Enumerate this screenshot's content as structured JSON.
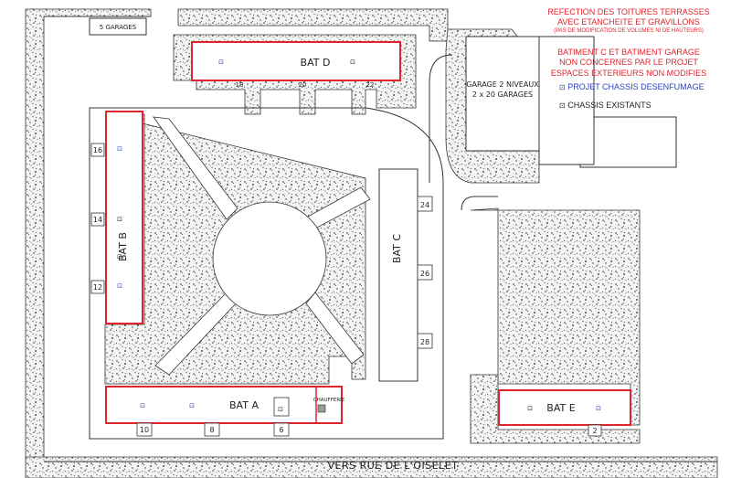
{
  "buildings": {
    "bat_a": "BAT A",
    "bat_b": "BAT B",
    "bat_c": "BAT C",
    "bat_d": "BAT D",
    "bat_e": "BAT E",
    "garage_block": {
      "line1": "GARAGE 2 NIVEAUX",
      "line2": "2 x 20 GARAGES"
    },
    "small_garages": "5 GARAGES",
    "chaufferie": "CHAUFFERIE"
  },
  "entry_numbers": {
    "bat_a": [
      "10",
      "8",
      "6"
    ],
    "bat_b": [
      "16",
      "14",
      "12"
    ],
    "bat_c": [
      "24",
      "26",
      "28"
    ],
    "bat_d": [
      "18",
      "20",
      "22"
    ],
    "bat_e": [
      "2"
    ]
  },
  "street": "VERS RUE DE L'OISELET",
  "notes": {
    "title_line1": "REFECTION DES TOITURES TERRASSES",
    "title_line2": "AVEC ETANCHEITE ET GRAVILLONS",
    "title_line3": "(PAS DE MODIFICATION DE VOLUMES NI DE HAUTEURS)",
    "excluded_line1": "BATIMENT C ET BATIMENT GARAGE",
    "excluded_line2": "NON CONCERNES PAR LE PROJET",
    "excluded_line3": "ESPACES EXTERIEURS NON MODIFIES"
  },
  "legend": {
    "new_label": "PROJET CHASSIS DESENFUMAGE",
    "existing_label": "CHASSIS EXISTANTS",
    "new_symbol": "⊡",
    "existing_symbol": "⊡"
  },
  "colors": {
    "project_outline": "#e0242c",
    "new_chassis": "#2d3fb8",
    "existing_chassis": "#222222"
  }
}
